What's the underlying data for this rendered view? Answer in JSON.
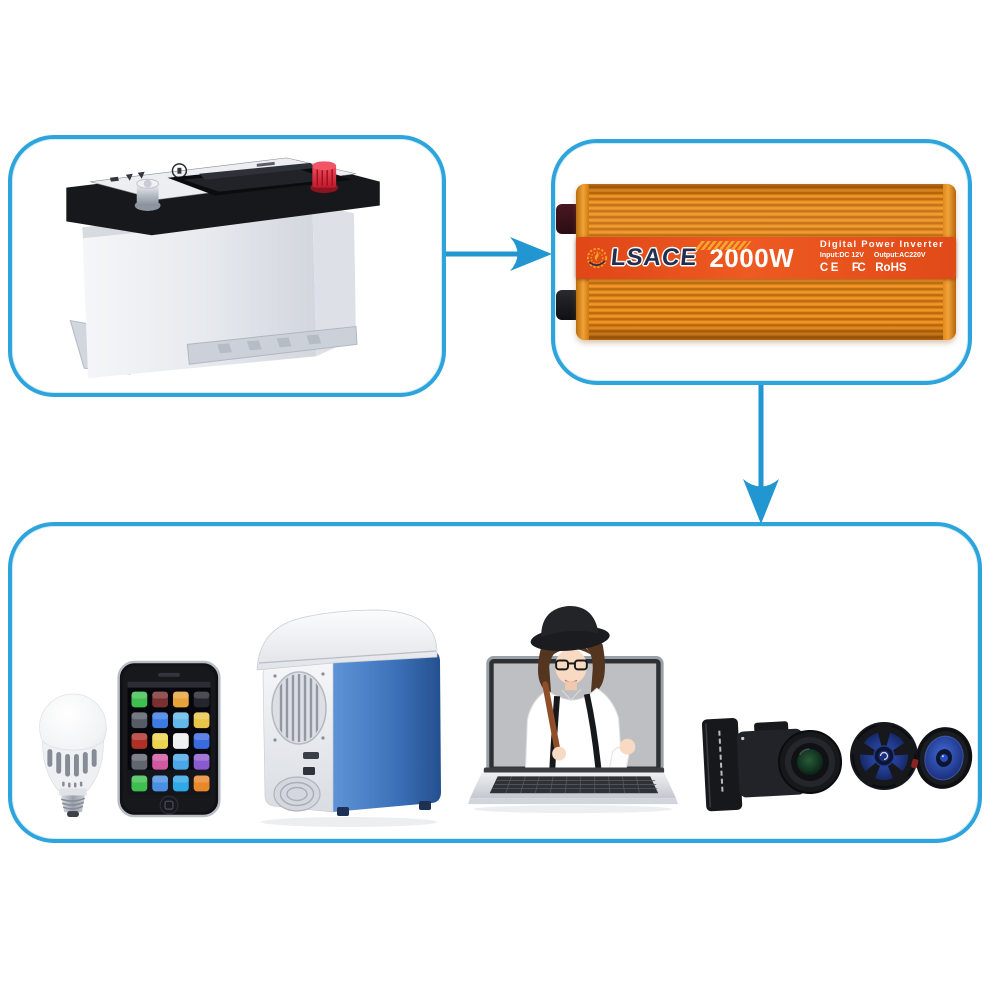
{
  "inverter_label": {
    "brand": "LSACE",
    "power": "2000W",
    "title": "Digital Power Inverter",
    "input_spec": "Input:DC 12V",
    "output_spec": "Output:AC220V",
    "certifications": [
      "CE",
      "FC",
      "RoHS"
    ]
  },
  "colors": {
    "box_border": "#2da4dc",
    "arrow": "#2196d0",
    "inverter_body_orange": "#e8861a",
    "inverter_band_red": "#e8501e",
    "brand_navy": "#232f4e",
    "fridge_blue": "#3b70b8",
    "speaker_cone_blue": "#3558c8"
  },
  "icons": {
    "source": "car-battery",
    "converter": "power-inverter",
    "devices": [
      "led-bulb",
      "smartphone",
      "mini-fridge",
      "laptop-with-woman",
      "digital-camera",
      "car-speakers"
    ],
    "connectors": [
      "arrow-right",
      "arrow-down"
    ]
  }
}
